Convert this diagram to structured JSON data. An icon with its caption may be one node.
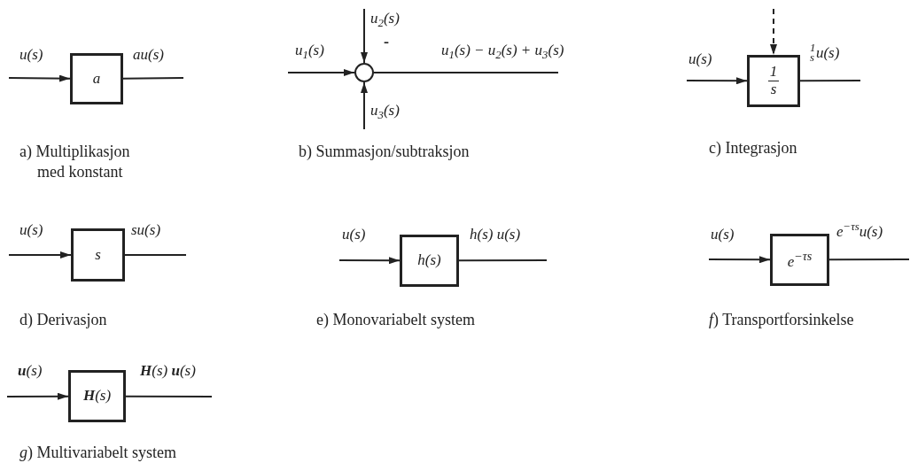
{
  "diagram": {
    "nodes": [
      {
        "text": [
          "a"
        ]
      },
      {
        "text": [],
        "shape": "circle"
      },
      {
        "text": [
          "1",
          "s"
        ]
      },
      {
        "text": [
          "s"
        ]
      },
      {
        "text": [
          "h(s)"
        ]
      },
      {
        "text": [
          "e$^{−τs}$"
        ]
      },
      {
        "text": [
          "**H**(*s*)"
        ]
      }
    ],
    "edges": [
      {
        "from": null,
        "to": 0,
        "arrow": "to",
        "label": "u(s)"
      },
      {
        "from": 0,
        "to": null,
        "arrow": "none",
        "label": "au(s)"
      },
      {
        "from": null,
        "to": 1,
        "arrow": "to",
        "label": "u$_{1}$(s)"
      },
      {
        "from": null,
        "to": 1,
        "arrow": "to",
        "label": "u$_{2}$(s)"
      },
      {
        "from": null,
        "to": 1,
        "arrow": "to",
        "label": "u$_{3}$(s)"
      },
      {
        "from": 1,
        "to": null,
        "arrow": "none",
        "label": "u$_{1}$(s) − u$_{2}$(s) + u$_{3}$(s)"
      },
      {
        "from": null,
        "to": 2,
        "arrow": "to",
        "style": "dashed"
      },
      {
        "from": null,
        "to": 2,
        "arrow": "to",
        "label": "u(s)"
      },
      {
        "from": 2,
        "to": null,
        "arrow": "none",
        "label": "$^{1}$$_{s}$u(s)"
      },
      {
        "from": null,
        "to": 3,
        "arrow": "to",
        "label": "u(s)"
      },
      {
        "from": 3,
        "to": null,
        "arrow": "none",
        "label": "su(s)"
      },
      {
        "from": null,
        "to": 4,
        "arrow": "to",
        "label": "u(s)"
      },
      {
        "from": 4,
        "to": null,
        "arrow": "none",
        "label": "h(s) u(s)"
      },
      {
        "from": null,
        "to": 5,
        "arrow": "to",
        "label": "u(s)"
      },
      {
        "from": 5,
        "to": null,
        "arrow": "none",
        "label": "e$^{−τs}$u(s)"
      },
      {
        "from": null,
        "to": 6,
        "arrow": "to",
        "label": "**u**(*s*)"
      },
      {
        "from": 6,
        "to": null,
        "arrow": "none",
        "label": "**H**(*s*) **u**(*s*)"
      }
    ],
    "labels": [
      "-",
      "a) Multiplikasjon med konstant",
      "b) Summasjon/subtraksjon",
      "c) Integrasjon",
      "d) Derivasjon",
      "e) Monovariabelt system",
      "*f*) Transportforsinkelse",
      "*g*) Multivariabelt  system"
    ]
  }
}
